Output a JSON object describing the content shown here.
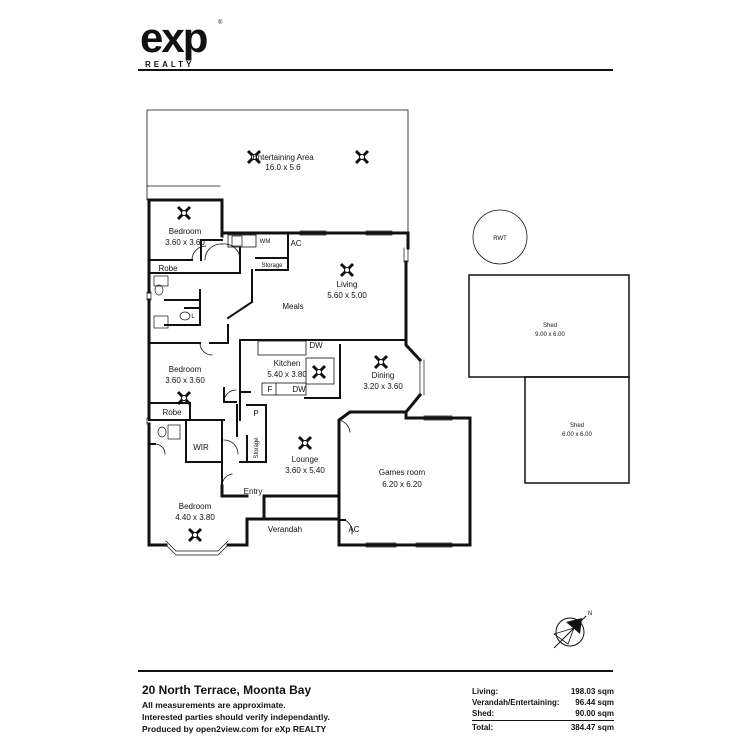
{
  "brand": {
    "logo": "exp",
    "sub": "REALTY",
    "reg": "®"
  },
  "rooms": {
    "entertaining": {
      "name": "Entertaining Area",
      "size": "16.0 x 5.6"
    },
    "bedroom1": {
      "name": "Bedroom",
      "size": "3.60 x 3.60"
    },
    "wm": "WM",
    "ac1": "AC",
    "storage1": "Storage",
    "robe1": "Robe",
    "living": {
      "name": "Living",
      "size": "5.60 x 5.00"
    },
    "meals": "Meals",
    "l": "L",
    "kitchen": {
      "name": "Kitchen",
      "size": "5.40 x 3.80"
    },
    "dw1": "DW",
    "dw2": "DW",
    "f": "F",
    "dining": {
      "name": "Dining",
      "size": "3.20 x 3.60"
    },
    "bedroom2": {
      "name": "Bedroom",
      "size": "3.60 x 3.60"
    },
    "robe2": "Robe",
    "p": "P",
    "storage2": "Storage",
    "wir": "WIR",
    "lounge": {
      "name": "Lounge",
      "size": "3.60 x 5.40"
    },
    "games": {
      "name": "Games room",
      "size": "6.20 x 6.20"
    },
    "entry": "Entry",
    "bedroom3": {
      "name": "Bedroom",
      "size": "4.40 x 3.80"
    },
    "verandah": "Verandah",
    "ac2": "AC",
    "rwt": "RWT",
    "shed1": {
      "name": "Shed",
      "size": "9.00 x 6.00"
    },
    "shed2": {
      "name": "Shed",
      "size": "6.00 x 6.00"
    },
    "north": "N"
  },
  "footer": {
    "address": "20 North Terrace, Moonta Bay",
    "notes": [
      "All measurements are approximate.",
      "Interested parties should verify independantly.",
      "Produced by open2view.com for eXp REALTY"
    ]
  },
  "areas": [
    {
      "label": "Living:",
      "value": "198.03 sqm"
    },
    {
      "label": "Verandah/Entertaining:",
      "value": "96.44 sqm"
    },
    {
      "label": "Shed:",
      "value": "90.00 sqm"
    },
    {
      "label": "Total:",
      "value": "384.47 sqm"
    }
  ]
}
